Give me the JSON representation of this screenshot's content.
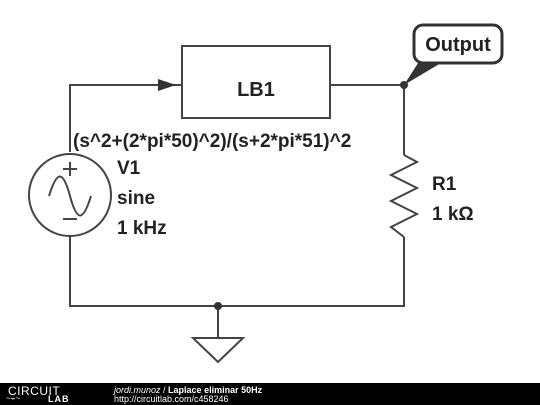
{
  "schematic": {
    "block": {
      "name": "LB1",
      "transfer_function": "(s^2+(2*pi*50)^2)/(s+2*pi*51)^2"
    },
    "source": {
      "name": "V1",
      "type": "sine",
      "frequency": "1 kHz"
    },
    "resistor": {
      "name": "R1",
      "value": "1 kΩ"
    },
    "output_label": "Output"
  },
  "footer": {
    "logo_top": "CIRCUIT",
    "logo_bottom": "LAB",
    "author": "jordi.munoz",
    "separator": " / ",
    "title": "Laplace eliminar 50Hz",
    "url": "http://circuitlab.com/c458246"
  }
}
